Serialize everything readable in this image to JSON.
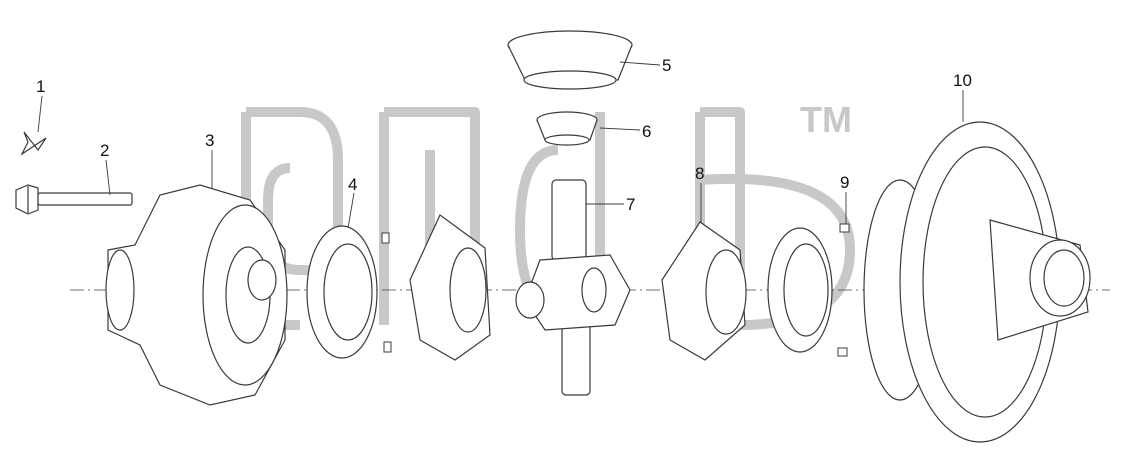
{
  "diagram": {
    "type": "exploded-parts-diagram",
    "callouts": [
      {
        "id": "1",
        "label": "1",
        "part_icon": "cotter-pin-icon"
      },
      {
        "id": "2",
        "label": "2",
        "part_icon": "bolt-icon"
      },
      {
        "id": "3",
        "label": "3",
        "part_icon": "case-half-icon"
      },
      {
        "id": "4",
        "label": "4",
        "part_icon": "thrust-washer-icon"
      },
      {
        "id": "5",
        "label": "5",
        "part_icon": "bevel-gear-icon"
      },
      {
        "id": "6",
        "label": "6",
        "part_icon": "pinion-gear-icon"
      },
      {
        "id": "7",
        "label": "7",
        "part_icon": "spider-cross-icon"
      },
      {
        "id": "8",
        "label": "8",
        "part_icon": "side-gear-icon"
      },
      {
        "id": "9",
        "label": "9",
        "part_icon": "pin-icon"
      },
      {
        "id": "10",
        "label": "10",
        "part_icon": "ring-gear-case-icon"
      }
    ],
    "watermark": {
      "trademark": "TM"
    },
    "line_color": "#3a3a3a",
    "watermark_color": "#c8c8c8"
  }
}
